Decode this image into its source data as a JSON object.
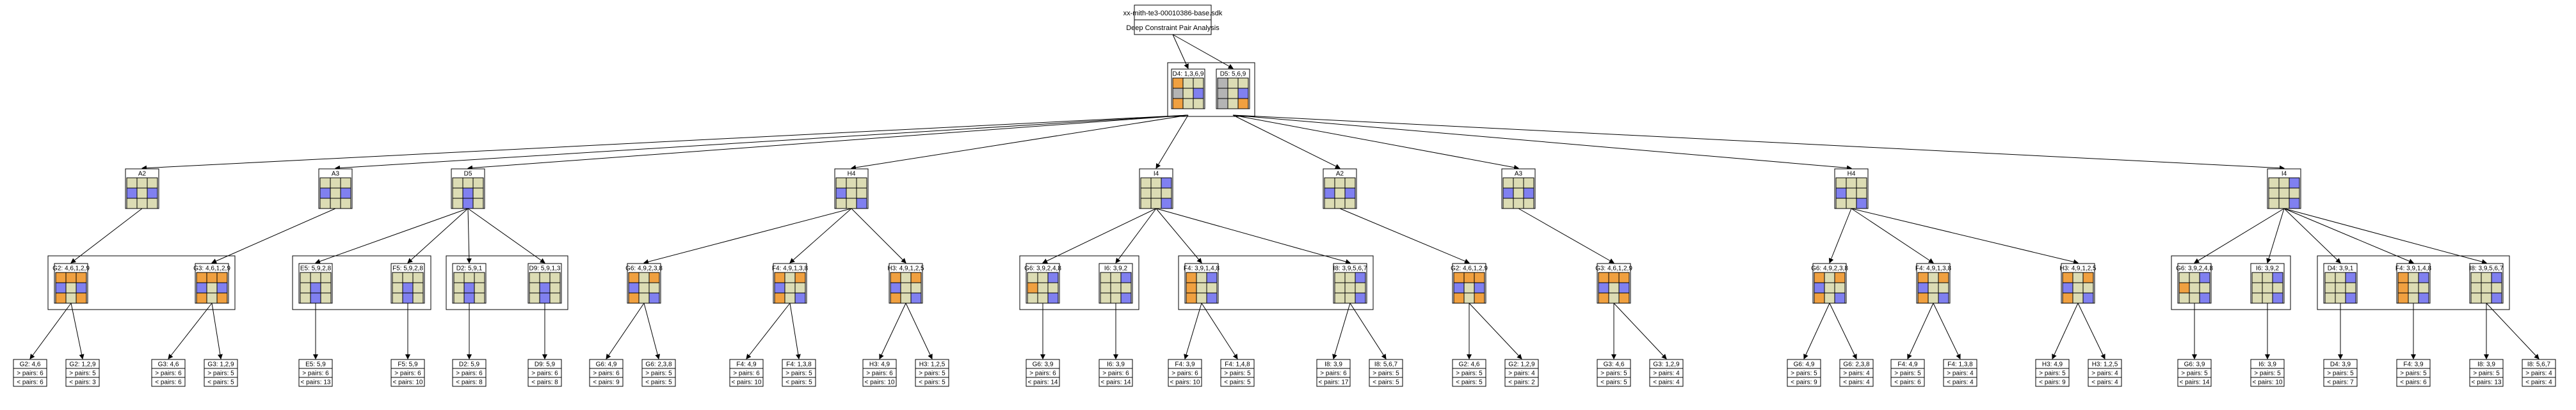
{
  "header": {
    "line1": "xx-mith-te3-00010386-base.sdk",
    "line2": "Deep Constraint Pair Analysis"
  },
  "colors": {
    "empty": "#dcdcb4",
    "blue": "#8080f0",
    "orange": "#f0a040",
    "grey": "#b4b4b4",
    "line": "#000000"
  },
  "icons": {
    "expand": "arrow-head-icon"
  },
  "root": [
    {
      "label": "D4: 1,3,6,9",
      "pattern": "orange,empty,empty;grey,empty,blue;orange,empty,empty"
    },
    {
      "label": "D5: 5,6,9",
      "pattern": "grey,empty,empty;grey,empty,blue;grey,empty,orange"
    }
  ],
  "l1": [
    {
      "label": "A2",
      "pattern": "empty,empty,empty;blue,empty,blue;empty,empty,empty"
    },
    {
      "label": "A3",
      "pattern": "empty,empty,empty;blue,empty,blue;empty,empty,empty"
    },
    {
      "label": "D5",
      "pattern": "empty,empty,empty;empty,blue,empty;empty,blue,empty"
    },
    {
      "label": "H4",
      "pattern": "empty,empty,empty;blue,empty,empty;empty,empty,blue"
    },
    {
      "label": "I4",
      "pattern": "empty,empty,blue;empty,empty,empty;empty,empty,blue"
    },
    {
      "label": "A2",
      "pattern": "empty,empty,empty;blue,empty,blue;empty,empty,empty"
    },
    {
      "label": "A3",
      "pattern": "empty,empty,empty;blue,empty,blue;empty,empty,empty"
    },
    {
      "label": "H4",
      "pattern": "empty,empty,empty;blue,empty,empty;empty,empty,blue"
    },
    {
      "label": "I4",
      "pattern": "empty,empty,blue;empty,empty,empty;empty,empty,blue"
    }
  ],
  "l2": [
    {
      "label": "G2: 4,6,1,2,9",
      "pattern": "orange,orange,orange;blue,empty,blue;orange,empty,orange"
    },
    {
      "label": "G3: 4,6,1,2,9",
      "pattern": "orange,orange,orange;blue,empty,blue;orange,empty,orange"
    },
    {
      "label": "E5: 5,9,2,8",
      "pattern": "empty,empty,empty;empty,blue,empty;empty,blue,empty"
    },
    {
      "label": "F5: 5,9,2,8",
      "pattern": "empty,empty,empty;empty,blue,empty;empty,blue,empty"
    },
    {
      "label": "D2: 5,9,1",
      "pattern": "empty,empty,empty;empty,blue,empty;empty,blue,empty"
    },
    {
      "label": "D9: 5,9,1,3",
      "pattern": "empty,empty,empty;empty,blue,empty;empty,blue,empty"
    },
    {
      "label": "G6: 4,9,2,3,8",
      "pattern": "orange,empty,orange;blue,empty,empty;orange,empty,blue"
    },
    {
      "label": "F4: 4,9,1,3,8",
      "pattern": "orange,empty,orange;blue,empty,empty;orange,empty,blue"
    },
    {
      "label": "H3: 4,9,1,2,5",
      "pattern": "orange,empty,orange;blue,empty,empty;orange,empty,blue"
    },
    {
      "label": "G6: 3,9,2,4,8",
      "pattern": "empty,empty,blue;orange,empty,empty;empty,empty,blue"
    },
    {
      "label": "I6: 3,9,2",
      "pattern": "empty,empty,blue;empty,empty,empty;empty,empty,blue"
    },
    {
      "label": "F4: 3,9,1,4,8",
      "pattern": "orange,empty,blue;orange,empty,empty;orange,empty,blue"
    },
    {
      "label": "I8: 3,9,5,6,7",
      "pattern": "empty,empty,blue;empty,empty,empty;empty,empty,blue"
    },
    {
      "label": "G2: 4,6,1,2,9",
      "pattern": "orange,orange,orange;blue,empty,blue;orange,empty,orange"
    },
    {
      "label": "G3: 4,6,1,2,9",
      "pattern": "orange,orange,orange;blue,empty,blue;orange,empty,orange"
    },
    {
      "label": "G6: 4,9,2,3,8",
      "pattern": "orange,empty,orange;blue,empty,empty;orange,empty,blue"
    },
    {
      "label": "F4: 4,9,1,3,8",
      "pattern": "orange,empty,orange;blue,empty,empty;orange,empty,blue"
    },
    {
      "label": "H3: 4,9,1,2,5",
      "pattern": "orange,empty,orange;blue,empty,empty;orange,empty,blue"
    },
    {
      "label": "G6: 3,9,2,4,8",
      "pattern": "empty,empty,blue;orange,empty,empty;empty,empty,blue"
    },
    {
      "label": "I6: 3,9,2",
      "pattern": "empty,empty,blue;empty,empty,empty;empty,empty,blue"
    },
    {
      "label": "D4: 3,9,1",
      "pattern": "empty,empty,blue;empty,empty,empty;empty,empty,blue"
    },
    {
      "label": "F4: 3,9,1,4,8",
      "pattern": "orange,empty,blue;orange,empty,empty;orange,empty,blue"
    },
    {
      "label": "I8: 3,9,5,6,7",
      "pattern": "empty,empty,blue;empty,empty,empty;empty,empty,blue"
    }
  ],
  "l3": [
    {
      "label": "G2: 4,6",
      "a": "> pairs: 6",
      "b": "< pairs: 6"
    },
    {
      "label": "G2: 1,2,9",
      "a": "> pairs: 5",
      "b": "< pairs: 3"
    },
    {
      "label": "G3: 4,6",
      "a": "> pairs: 6",
      "b": "< pairs: 6"
    },
    {
      "label": "G3: 1,2,9",
      "a": "> pairs: 5",
      "b": "< pairs: 5"
    },
    {
      "label": "E5: 5,9",
      "a": "> pairs: 6",
      "b": "< pairs: 13"
    },
    {
      "label": "F5: 5,9",
      "a": "> pairs: 6",
      "b": "< pairs: 10"
    },
    {
      "label": "D2: 5,9",
      "a": "> pairs: 6",
      "b": "< pairs: 8"
    },
    {
      "label": "D9: 5,9",
      "a": "> pairs: 6",
      "b": "< pairs: 8"
    },
    {
      "label": "G6: 4,9",
      "a": "> pairs: 6",
      "b": "< pairs: 9"
    },
    {
      "label": "G6: 2,3,8",
      "a": "> pairs: 5",
      "b": "< pairs: 5"
    },
    {
      "label": "F4: 4,9",
      "a": "> pairs: 6",
      "b": "< pairs: 10"
    },
    {
      "label": "F4: 1,3,8",
      "a": "> pairs: 5",
      "b": "< pairs: 5"
    },
    {
      "label": "H3: 4,9",
      "a": "> pairs: 6",
      "b": "< pairs: 10"
    },
    {
      "label": "H3: 1,2,5",
      "a": "> pairs: 5",
      "b": "< pairs: 5"
    },
    {
      "label": "G6: 3,9",
      "a": "> pairs: 6",
      "b": "< pairs: 14"
    },
    {
      "label": "I6: 3,9",
      "a": "> pairs: 6",
      "b": "< pairs: 14"
    },
    {
      "label": "F4: 3,9",
      "a": "> pairs: 6",
      "b": "< pairs: 10"
    },
    {
      "label": "F4: 1,4,8",
      "a": "> pairs: 5",
      "b": "< pairs: 5"
    },
    {
      "label": "I8: 3,9",
      "a": "> pairs: 6",
      "b": "< pairs: 17"
    },
    {
      "label": "I8: 5,6,7",
      "a": "> pairs: 5",
      "b": "< pairs: 5"
    },
    {
      "label": "G2: 4,6",
      "a": "> pairs: 5",
      "b": "< pairs: 5"
    },
    {
      "label": "G2: 1,2,9",
      "a": "> pairs: 4",
      "b": "< pairs: 2"
    },
    {
      "label": "G3: 4,6",
      "a": "> pairs: 5",
      "b": "< pairs: 5"
    },
    {
      "label": "G3: 1,2,9",
      "a": "> pairs: 4",
      "b": "< pairs: 4"
    },
    {
      "label": "G6: 4,9",
      "a": "> pairs: 5",
      "b": "< pairs: 9"
    },
    {
      "label": "G6: 2,3,8",
      "a": "> pairs: 4",
      "b": "< pairs: 4"
    },
    {
      "label": "F4: 4,9",
      "a": "> pairs: 5",
      "b": "< pairs: 6"
    },
    {
      "label": "F4: 1,3,8",
      "a": "> pairs: 4",
      "b": "< pairs: 4"
    },
    {
      "label": "H3: 4,9",
      "a": "> pairs: 5",
      "b": "< pairs: 9"
    },
    {
      "label": "H3: 1,2,5",
      "a": "> pairs: 4",
      "b": "< pairs: 4"
    },
    {
      "label": "G6: 3,9",
      "a": "> pairs: 5",
      "b": "< pairs: 14"
    },
    {
      "label": "I6: 3,9",
      "a": "> pairs: 5",
      "b": "< pairs: 10"
    },
    {
      "label": "D4: 3,9",
      "a": "> pairs: 5",
      "b": "< pairs: 7"
    },
    {
      "label": "F4: 3,9",
      "a": "> pairs: 5",
      "b": "< pairs: 6"
    },
    {
      "label": "I8: 3,9",
      "a": "> pairs: 5",
      "b": "< pairs: 13"
    },
    {
      "label": "I8: 5,6,7",
      "a": "> pairs: 4",
      "b": "< pairs: 4"
    }
  ]
}
